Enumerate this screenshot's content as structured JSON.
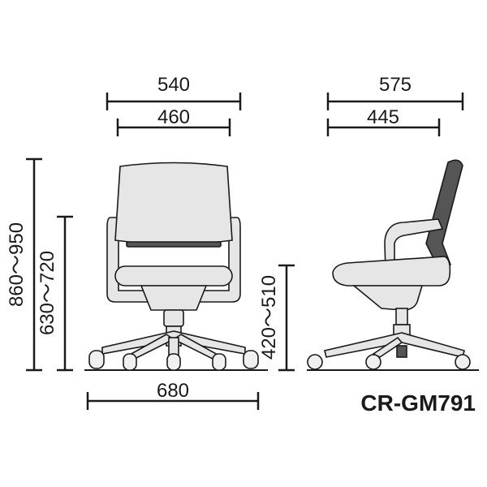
{
  "dimensions": {
    "front_width_overall": "540",
    "front_width_inner": "460",
    "side_depth_overall": "575",
    "side_depth_inner": "445",
    "total_height": "860〜950",
    "armrest_height": "630〜720",
    "seat_height": "420〜510",
    "base_width": "680"
  },
  "model_name": "CR-GM791",
  "colors": {
    "line": "#1a1a1a",
    "chair_fill": "#e6e6e6",
    "mesh_dark": "#555555"
  }
}
